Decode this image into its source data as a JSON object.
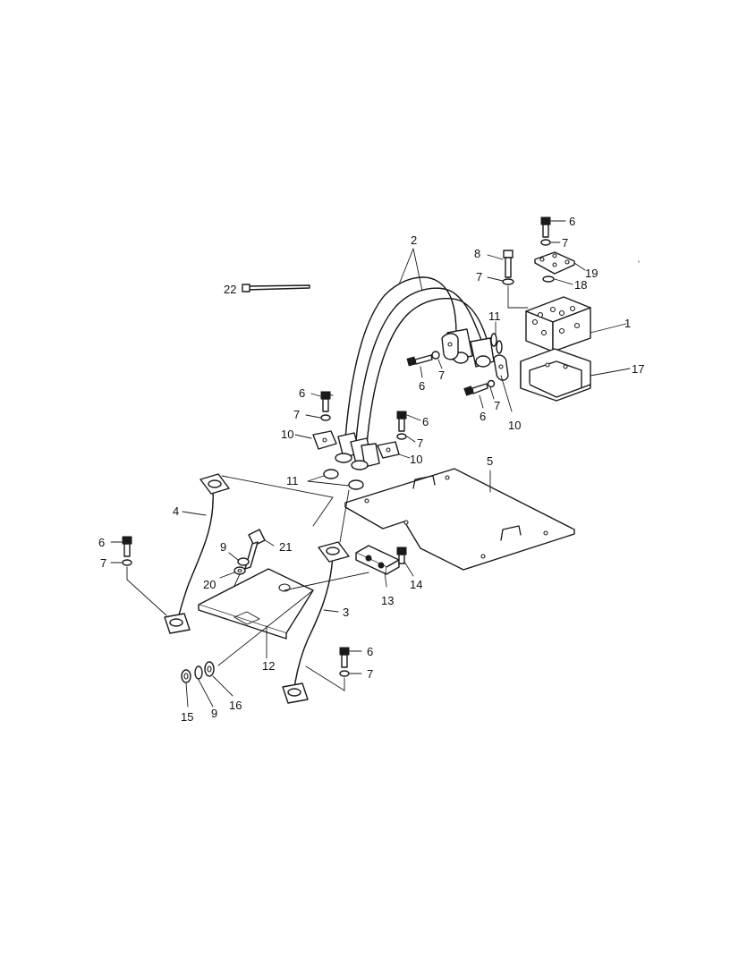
{
  "diagram": {
    "labels": {
      "l1": "1",
      "l2": "2",
      "l3": "3",
      "l4": "4",
      "l5": "5",
      "l6a": "6",
      "l6b": "6",
      "l6c": "6",
      "l6d": "6",
      "l6e": "6",
      "l6f": "6",
      "l6g": "6",
      "l7a": "7",
      "l7b": "7",
      "l7c": "7",
      "l7d": "7",
      "l7e": "7",
      "l7f": "7",
      "l7g": "7",
      "l7h": "7",
      "l8": "8",
      "l9a": "9",
      "l9b": "9",
      "l10a": "10",
      "l10b": "10",
      "l10c": "10",
      "l11a": "11",
      "l11b": "11",
      "l12": "12",
      "l13": "13",
      "l14": "14",
      "l15": "15",
      "l16": "16",
      "l17": "17",
      "l18": "18",
      "l19": "19",
      "l20": "20",
      "l21": "21",
      "l22": "22"
    }
  }
}
